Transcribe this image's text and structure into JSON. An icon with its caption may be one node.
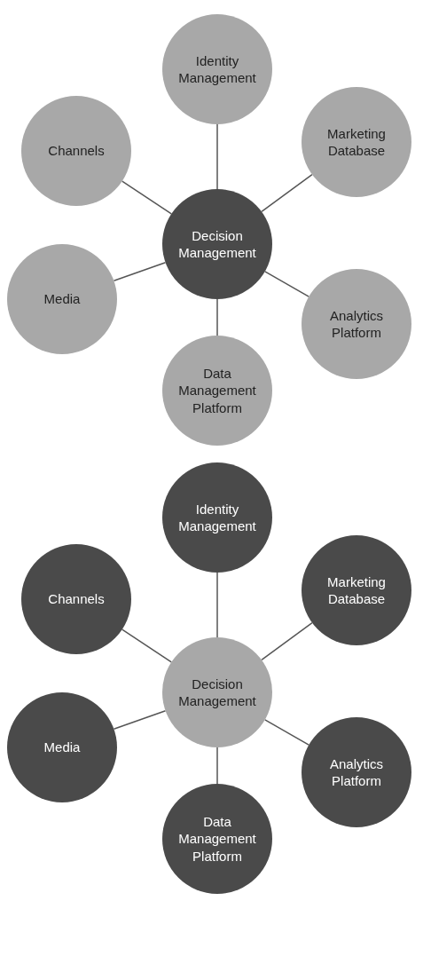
{
  "diagram": {
    "nodes": [
      {
        "text": [
          "Identity Management"
        ]
      },
      {
        "text": [
          "Channels"
        ]
      },
      {
        "text": [
          "Marketing Database"
        ]
      },
      {
        "text": [
          "Decision Management"
        ]
      },
      {
        "text": [
          "Media"
        ]
      },
      {
        "text": [
          "Analytics Platform"
        ]
      },
      {
        "text": [
          "Data Management Platform"
        ]
      },
      {
        "text": [
          "Identity Management"
        ]
      },
      {
        "text": [
          "Channels"
        ]
      },
      {
        "text": [
          "Marketing Database"
        ]
      },
      {
        "text": [
          "Decision Management"
        ]
      },
      {
        "text": [
          "Media"
        ]
      },
      {
        "text": [
          "Analytics Platform"
        ]
      },
      {
        "text": [
          "Data Management Platform"
        ]
      }
    ],
    "edges": [
      {
        "from": 3,
        "to": 0,
        "arrow": "none"
      },
      {
        "from": 3,
        "to": 1,
        "arrow": "none"
      },
      {
        "from": 3,
        "to": 2,
        "arrow": "none"
      },
      {
        "from": 3,
        "to": 4,
        "arrow": "none"
      },
      {
        "from": 3,
        "to": 5,
        "arrow": "none"
      },
      {
        "from": 3,
        "to": 6,
        "arrow": "none"
      },
      {
        "from": 10,
        "to": 7,
        "arrow": "none"
      },
      {
        "from": 10,
        "to": 8,
        "arrow": "none"
      },
      {
        "from": 10,
        "to": 9,
        "arrow": "none"
      },
      {
        "from": 10,
        "to": 11,
        "arrow": "none"
      },
      {
        "from": 10,
        "to": 12,
        "arrow": "none"
      },
      {
        "from": 10,
        "to": 13,
        "arrow": "none"
      }
    ]
  }
}
